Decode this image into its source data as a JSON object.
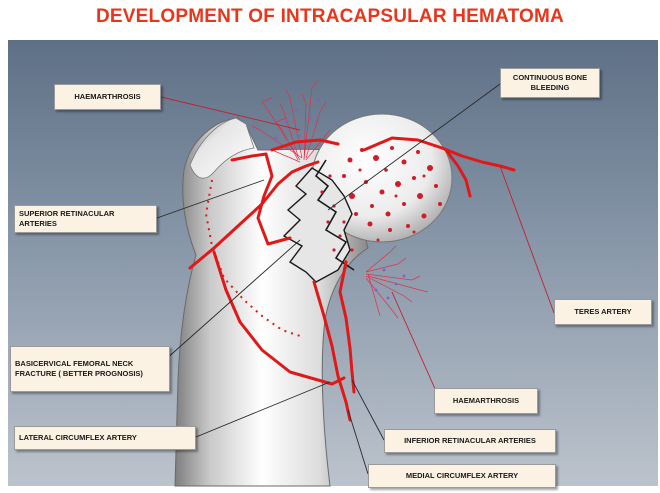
{
  "title": "DEVELOPMENT OF INTRACAPSULAR HEMATOMA",
  "labels": {
    "haemarthrosis_top": "HAEMARTHROSIS",
    "continuous_bone_bleeding": "CONTINUOUS BONE BLEEDING",
    "superior_retinacular": "SUPERIOR RETINACULAR ARTERIES",
    "teres_artery": "TERES ARTERY",
    "basicervical_fracture": "BASICERVICAL FEMORAL NECK FRACTURE ( BETTER PROGNOSIS)",
    "haemarthrosis_bottom": "HAEMARTHROSIS",
    "lateral_circumflex": "LATERAL CIRCUMFLEX ARTERY",
    "inferior_retinacular": "INFERIOR RETINACULAR ARTERIES",
    "medial_circumflex": "MEDIAL CIRCUMFLEX ARTERY"
  },
  "colors": {
    "title": "#e8361c",
    "artery": "#e01818",
    "label_bg": "#fbf2e3",
    "background_top": "#6f8094",
    "background_bottom": "#b4bcc6"
  }
}
